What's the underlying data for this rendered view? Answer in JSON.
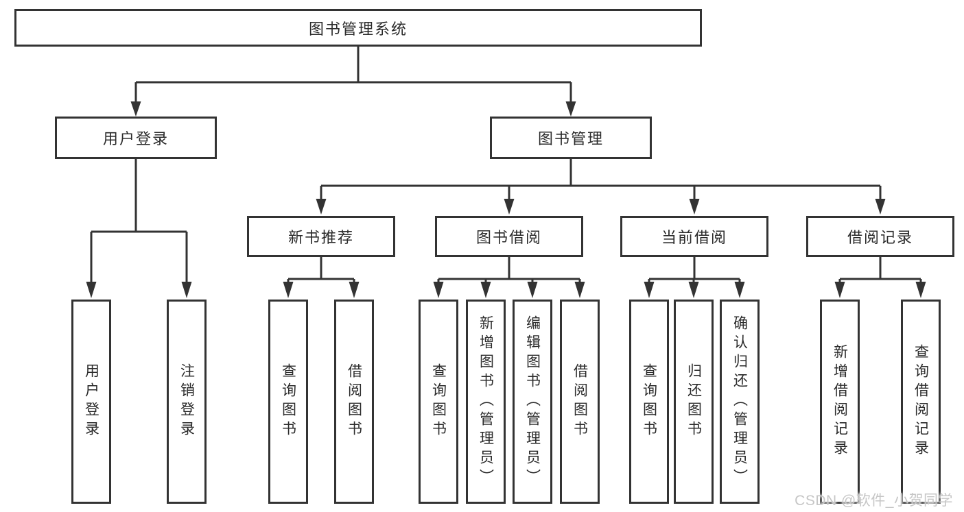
{
  "diagram": {
    "root": {
      "label": "图书管理系统"
    },
    "branches": [
      {
        "label": "用户登录"
      },
      {
        "label": "图书管理"
      }
    ],
    "modules": [
      {
        "label": "新书推荐",
        "parent": "图书管理"
      },
      {
        "label": "图书借阅",
        "parent": "图书管理"
      },
      {
        "label": "当前借阅",
        "parent": "图书管理"
      },
      {
        "label": "借阅记录",
        "parent": "图书管理"
      }
    ],
    "leaves": [
      {
        "label": "用户登录",
        "parent": "用户登录"
      },
      {
        "label": "注销登录",
        "parent": "用户登录"
      },
      {
        "label": "查询图书",
        "parent": "新书推荐"
      },
      {
        "label": "借阅图书",
        "parent": "新书推荐"
      },
      {
        "label": "查询图书",
        "parent": "图书借阅"
      },
      {
        "label": "新增图书（管理员）",
        "parent": "图书借阅"
      },
      {
        "label": "编辑图书（管理员）",
        "parent": "图书借阅"
      },
      {
        "label": "借阅图书",
        "parent": "图书借阅"
      },
      {
        "label": "查询图书",
        "parent": "当前借阅"
      },
      {
        "label": "归还图书",
        "parent": "当前借阅"
      },
      {
        "label": "确认归还（管理员）",
        "parent": "当前借阅"
      },
      {
        "label": "新增借阅记录",
        "parent": "借阅记录"
      },
      {
        "label": "查询借阅记录",
        "parent": "借阅记录"
      }
    ]
  },
  "watermark": {
    "text": "CSDN @软件_小贺同学"
  },
  "colors": {
    "line": "#333333",
    "box_border": "#333333",
    "text": "#2b2b2b",
    "watermark": "#c6c6c6",
    "background": "#ffffff"
  }
}
